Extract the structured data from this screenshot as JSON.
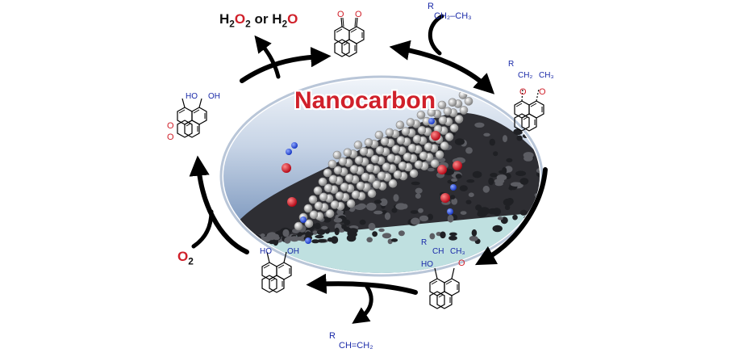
{
  "center": {
    "title": "Nanocarbon"
  },
  "labels": {
    "product_top": {
      "pre": "H",
      "sub1": "2",
      "o1": "O",
      "sub2": "2",
      "mid": " or H",
      "sub3": "2",
      "o2": "O"
    },
    "oxygen": {
      "o": "O",
      "sub": "2"
    },
    "reactant": {
      "r": "R",
      "chain": "CH₂–CH₃"
    },
    "product_bottom": {
      "r": "R",
      "chain": "CH=CH₂"
    },
    "ho": "HO",
    "oh": "OH",
    "o": "O",
    "c": "C",
    "r": "R",
    "ch2": "CH₂",
    "ch3": "CH₃",
    "ch": "CH",
    "h": "H"
  },
  "colors": {
    "arrow": "#000000",
    "accent_red": "#d0202a",
    "label_blue": "#1a2aa8",
    "sky": "#4a6fa3",
    "ground": "#bfe0e0"
  }
}
